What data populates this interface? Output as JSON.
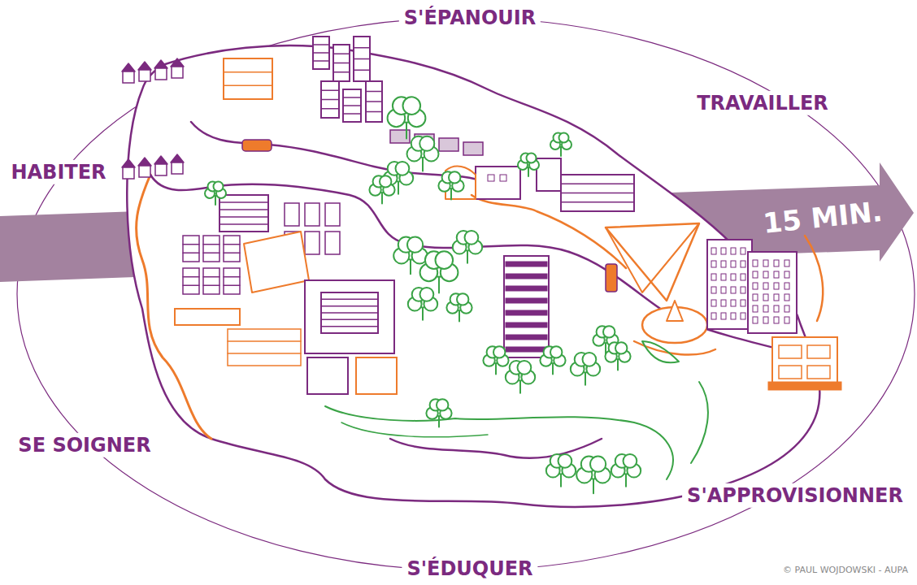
{
  "diagram": {
    "labels": [
      "S'ÉPANOUIR",
      "TRAVAILLER",
      "HABITER",
      "15 MIN.",
      "SE SOIGNER",
      "S'APPROVISIONNER",
      "S'ÉDUQUER",
      "© PAUL WOJDOWSKI - AUPA"
    ]
  }
}
